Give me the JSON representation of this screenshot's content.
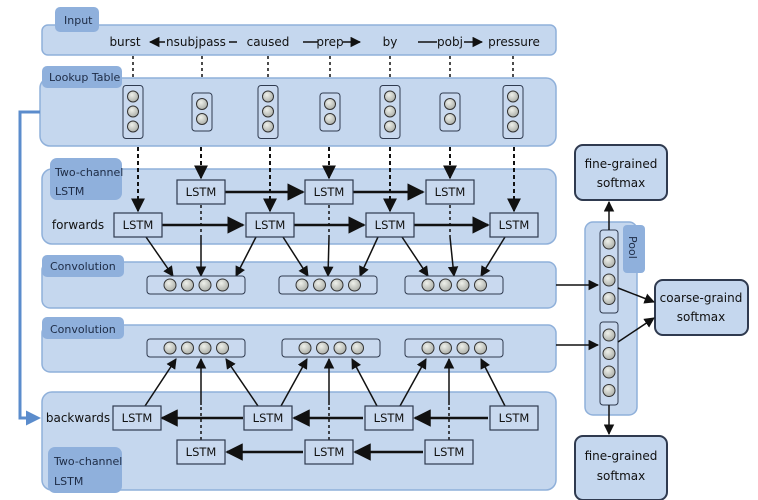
{
  "input": {
    "label": "Input",
    "tokens": [
      "burst",
      "caused",
      "by",
      "pressure"
    ],
    "relations": [
      "nsubjpass",
      "prep",
      "pobj"
    ]
  },
  "lookup": {
    "label": "Lookup Table"
  },
  "forward": {
    "label_line1": "Two-channel",
    "label_line2": "LSTM",
    "direction": "forwards"
  },
  "backward": {
    "label_line1": "Two-channel",
    "label_line2": "LSTM",
    "direction": "backwards"
  },
  "cell_label": "LSTM",
  "conv_top": {
    "label": "Convolution"
  },
  "conv_bottom": {
    "label": "Convolution"
  },
  "pool": {
    "label": "Pool"
  },
  "outputs": {
    "fine_top": {
      "line1": "fine-grained",
      "line2": "softmax"
    },
    "coarse": {
      "line1": "coarse-graind",
      "line2": "softmax"
    },
    "fine_bottom": {
      "line1": "fine-grained",
      "line2": "softmax"
    }
  },
  "colors": {
    "panel": "#c5d7ee",
    "tag": "#8fb0dc",
    "connector": "#5b8ccc"
  }
}
